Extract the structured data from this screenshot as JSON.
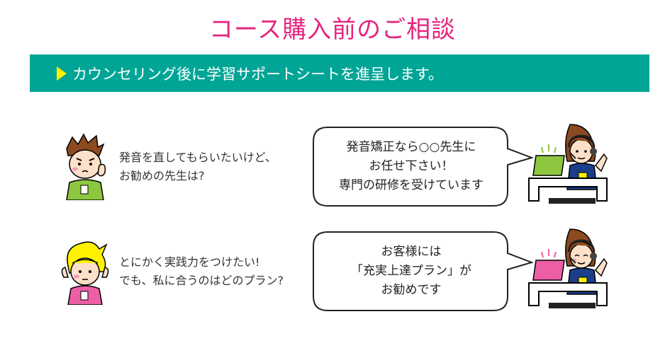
{
  "title": "コース購入前のご相談",
  "banner": {
    "text": "カウンセリング後に学習サポートシートを進呈します。"
  },
  "colors": {
    "title": "#e5257f",
    "banner": "#00a596",
    "marker": "#fff200",
    "monitor_green": "#8dc63f",
    "monitor_pink": "#ec5fa5"
  },
  "rows": [
    {
      "question_lines": [
        "発音を直してもらいたいけど、",
        "お勧めの先生は?"
      ],
      "answer_lines": [
        "発音矯正なら○○先生に",
        "お任せ下さい！",
        "専門の研修を受けています"
      ],
      "customer_icon": "worried-man-icon",
      "agent_icon": "support-agent-icon"
    },
    {
      "question_lines": [
        "とにかく実践力をつけたい!",
        "でも、私に合うのはどのプラン?"
      ],
      "answer_lines": [
        "お客様には",
        "「充実上達プラン」が",
        "お勧めです"
      ],
      "customer_icon": "thinking-woman-icon",
      "agent_icon": "support-agent-icon"
    }
  ]
}
